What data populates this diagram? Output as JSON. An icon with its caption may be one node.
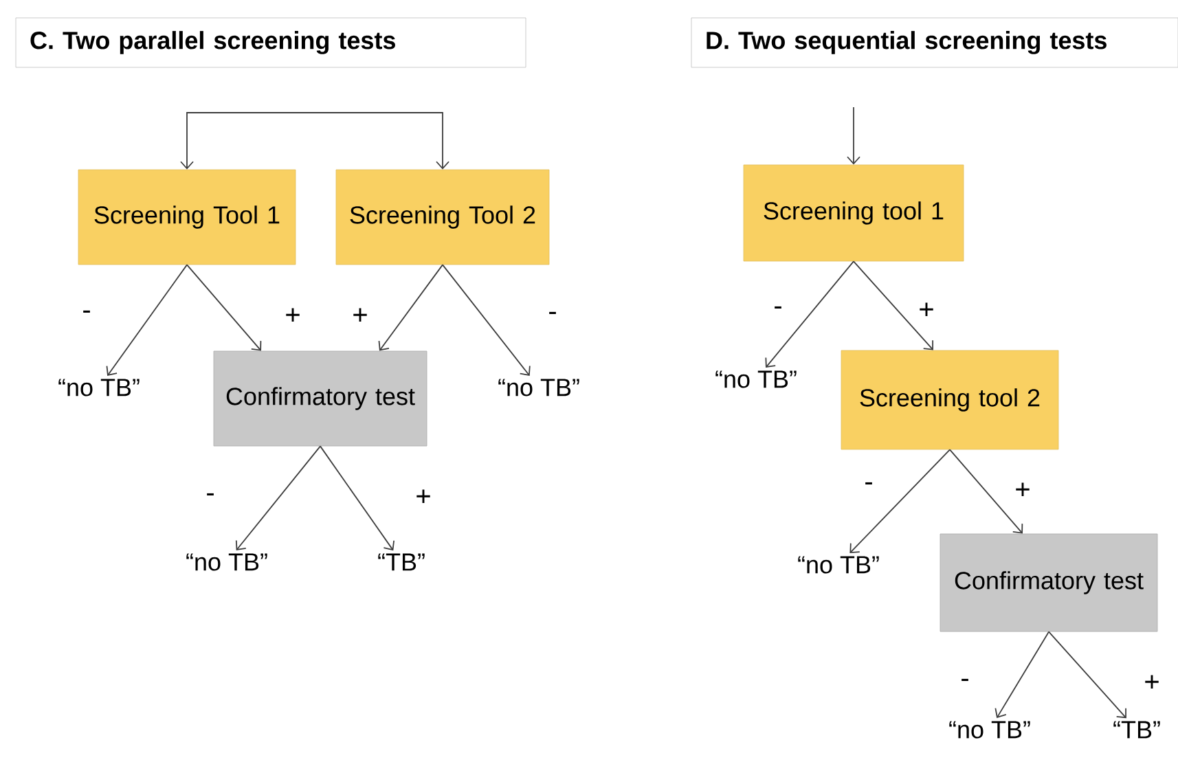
{
  "diagram": {
    "nodes": [
      {
        "text": [
          "C. Two parallel screening tests"
        ]
      },
      {
        "text": [
          "Screening Tool 1"
        ]
      },
      {
        "text": [
          "Screening Tool 2"
        ]
      },
      {
        "text": [
          "“no TB”"
        ]
      },
      {
        "text": [
          "Confirmatory test"
        ]
      },
      {
        "text": [
          "“no TB”"
        ]
      },
      {
        "text": [
          "“no TB”"
        ]
      },
      {
        "text": [
          "“TB”"
        ]
      },
      {
        "text": [
          "D. Two sequential screening tests"
        ]
      },
      {
        "text": [
          "Screening tool 1"
        ]
      },
      {
        "text": [
          "“no TB”"
        ]
      },
      {
        "text": [
          "Screening tool 2"
        ]
      },
      {
        "text": [
          "“no TB”"
        ]
      },
      {
        "text": [
          "Confirmatory test"
        ]
      },
      {
        "text": [
          "“no TB”"
        ]
      },
      {
        "text": [
          "“TB”"
        ]
      }
    ],
    "edges": [
      {
        "from": null,
        "to": 1,
        "arrow": "to"
      },
      {
        "from": null,
        "to": 2,
        "arrow": "to"
      },
      {
        "from": 1,
        "to": 3,
        "arrow": "to",
        "label": "-"
      },
      {
        "from": 1,
        "to": 4,
        "arrow": "to",
        "label": "+"
      },
      {
        "from": 2,
        "to": 4,
        "arrow": "to",
        "label": "+"
      },
      {
        "from": 2,
        "to": 5,
        "arrow": "to",
        "label": "-"
      },
      {
        "from": 4,
        "to": 6,
        "arrow": "to",
        "label": "-"
      },
      {
        "from": 4,
        "to": 7,
        "arrow": "to",
        "label": "+"
      },
      {
        "from": null,
        "to": 9,
        "arrow": "to"
      },
      {
        "from": 9,
        "to": 10,
        "arrow": "to",
        "label": "-"
      },
      {
        "from": 9,
        "to": 11,
        "arrow": "to",
        "label": "+"
      },
      {
        "from": 11,
        "to": 12,
        "arrow": "to",
        "label": "-"
      },
      {
        "from": 11,
        "to": 13,
        "arrow": "to",
        "label": "+"
      },
      {
        "from": 13,
        "to": 14,
        "arrow": "to",
        "label": "-"
      },
      {
        "from": 13,
        "to": 15,
        "arrow": "to",
        "label": "+"
      }
    ]
  }
}
